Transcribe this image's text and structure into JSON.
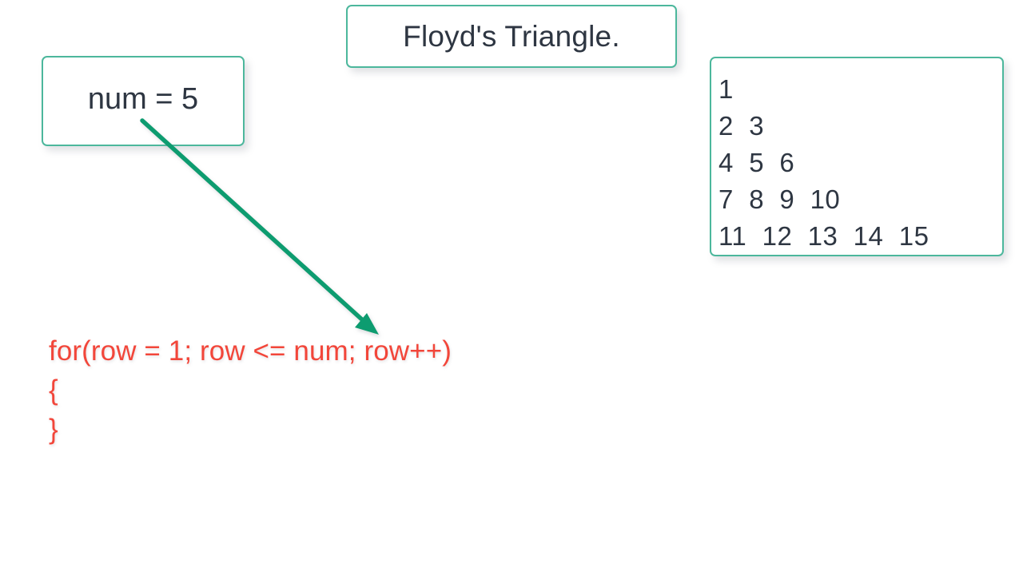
{
  "page": {
    "background_color": "#ffffff",
    "accent_border_color": "#4cb79c",
    "arrow_color": "#0f9c6f",
    "text_color": "#2e3642",
    "code_color": "#f2463a"
  },
  "title_card": {
    "text": "Floyd's Triangle."
  },
  "variable_card": {
    "text": "num = 5",
    "name": "num",
    "value": "5"
  },
  "output_card": {
    "rows": [
      "1",
      "2  3",
      "4  5  6",
      "7  8  9  10",
      "11  12  13  14  15"
    ]
  },
  "arrow": {
    "name": "num-to-code-arrow",
    "from_label": "num = 5",
    "to_label": "num"
  },
  "code_block": {
    "lines": [
      "for(row = 1; row <= num; row++)",
      "{",
      "}"
    ]
  }
}
